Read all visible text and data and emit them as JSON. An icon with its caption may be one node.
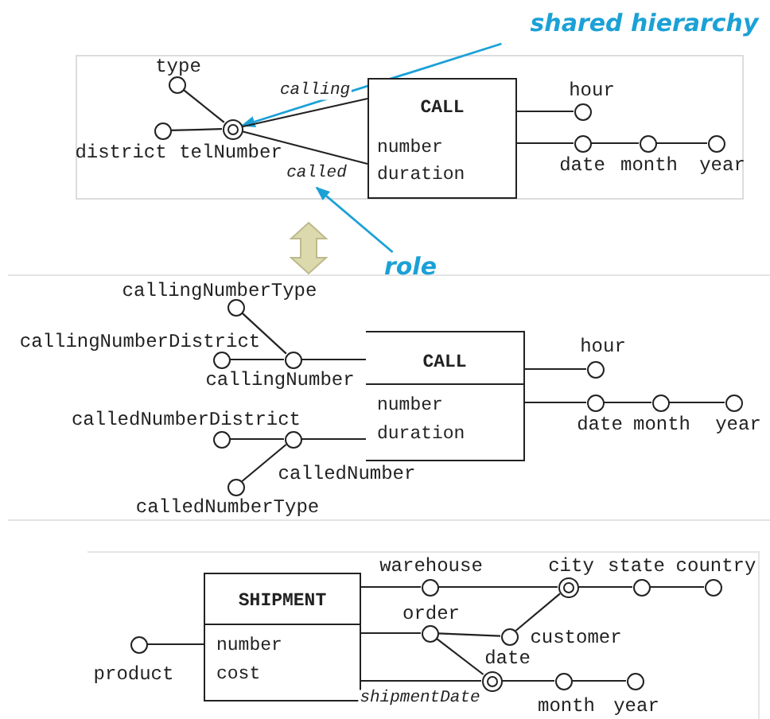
{
  "diagram": {
    "nodes": [
      {
        "text": [
          "shared hierarchy"
        ]
      },
      {
        "text": [
          "role"
        ]
      },
      {
        "text": [
          "CALL",
          "number",
          "duration"
        ]
      },
      {
        "text": [],
        "shape": "circle",
        "beside": [
          "type"
        ]
      },
      {
        "text": [],
        "shape": "circle",
        "beside": [
          "district"
        ]
      },
      {
        "text": [],
        "shape": "circle",
        "beside": [
          "telNumber"
        ]
      },
      {
        "text": [],
        "shape": "circle",
        "beside": [
          "hour"
        ]
      },
      {
        "text": [],
        "shape": "circle",
        "beside": [
          "date"
        ]
      },
      {
        "text": [],
        "shape": "circle",
        "beside": [
          "month"
        ]
      },
      {
        "text": [],
        "shape": "circle",
        "beside": [
          "year"
        ]
      },
      {
        "text": [
          "CALL",
          "number",
          "duration"
        ]
      },
      {
        "text": [],
        "shape": "circle",
        "beside": [
          "callingNumberType"
        ]
      },
      {
        "text": [],
        "shape": "circle",
        "beside": [
          "callingNumberDistrict"
        ]
      },
      {
        "text": [],
        "shape": "circle",
        "beside": [
          "callingNumber"
        ]
      },
      {
        "text": [],
        "shape": "circle",
        "beside": [
          "calledNumberDistrict"
        ]
      },
      {
        "text": [],
        "shape": "circle"
      },
      {
        "text": [],
        "shape": "circle",
        "beside": [
          "calledNumberType"
        ]
      },
      {
        "text": [],
        "shape": "circle",
        "beside": [
          "hour"
        ]
      },
      {
        "text": [],
        "shape": "circle",
        "beside": [
          "date"
        ]
      },
      {
        "text": [],
        "shape": "circle",
        "beside": [
          "month"
        ]
      },
      {
        "text": [],
        "shape": "circle",
        "beside": [
          "year"
        ]
      },
      {
        "text": [
          "SHIPMENT",
          "number",
          "cost"
        ]
      },
      {
        "text": [],
        "shape": "circle",
        "beside": [
          "product"
        ]
      },
      {
        "text": [],
        "shape": "circle",
        "beside": [
          "warehouse"
        ]
      },
      {
        "text": [],
        "shape": "circle",
        "beside": [
          "city"
        ]
      },
      {
        "text": [],
        "shape": "circle",
        "beside": [
          "state"
        ]
      },
      {
        "text": [],
        "shape": "circle",
        "beside": [
          "country"
        ]
      },
      {
        "text": [],
        "shape": "circle",
        "beside": [
          "order"
        ]
      },
      {
        "text": [],
        "shape": "circle",
        "beside": [
          "customer"
        ]
      },
      {
        "text": [],
        "shape": "circle",
        "beside": [
          "date"
        ]
      },
      {
        "text": [],
        "shape": "circle",
        "beside": [
          "month"
        ]
      },
      {
        "text": [],
        "shape": "circle",
        "beside": [
          "year"
        ]
      }
    ],
    "edges": [
      {
        "from": 0,
        "to": 5,
        "arrow": "to",
        "color": "#1ba1d6"
      },
      {
        "from": 1,
        "to": null,
        "arrow": "to",
        "color": "#1ba1d6"
      },
      {
        "from": 3,
        "to": 5,
        "arrow": "none"
      },
      {
        "from": 4,
        "to": 5,
        "arrow": "none"
      },
      {
        "from": 5,
        "to": 2,
        "arrow": "none",
        "label": "calling"
      },
      {
        "from": 5,
        "to": 2,
        "arrow": "none",
        "label": "called"
      },
      {
        "from": 2,
        "to": 6,
        "arrow": "none"
      },
      {
        "from": 2,
        "to": 7,
        "arrow": "none"
      },
      {
        "from": 7,
        "to": 8,
        "arrow": "none"
      },
      {
        "from": 8,
        "to": 9,
        "arrow": "none"
      },
      {
        "from": 11,
        "to": 13,
        "arrow": "none"
      },
      {
        "from": 12,
        "to": 13,
        "arrow": "none"
      },
      {
        "from": 13,
        "to": 10,
        "arrow": "none"
      },
      {
        "from": 14,
        "to": 15,
        "arrow": "none"
      },
      {
        "from": 16,
        "to": 15,
        "arrow": "none"
      },
      {
        "from": 15,
        "to": 10,
        "arrow": "none"
      },
      {
        "from": 10,
        "to": 17,
        "arrow": "none"
      },
      {
        "from": 10,
        "to": 18,
        "arrow": "none"
      },
      {
        "from": 18,
        "to": 19,
        "arrow": "none"
      },
      {
        "from": 19,
        "to": 20,
        "arrow": "none"
      },
      {
        "from": 22,
        "to": 21,
        "arrow": "none"
      },
      {
        "from": 21,
        "to": 23,
        "arrow": "none"
      },
      {
        "from": 23,
        "to": 24,
        "arrow": "none"
      },
      {
        "from": 24,
        "to": 25,
        "arrow": "none"
      },
      {
        "from": 25,
        "to": 26,
        "arrow": "none"
      },
      {
        "from": 21,
        "to": 27,
        "arrow": "none"
      },
      {
        "from": 27,
        "to": 28,
        "arrow": "none"
      },
      {
        "from": 28,
        "to": 24,
        "arrow": "none"
      },
      {
        "from": 27,
        "to": 29,
        "arrow": "none"
      },
      {
        "from": 21,
        "to": 29,
        "arrow": "none",
        "label": "shipmentDate"
      },
      {
        "from": 29,
        "to": 30,
        "arrow": "none"
      },
      {
        "from": 30,
        "to": 31,
        "arrow": "none"
      }
    ],
    "labels": [
      "calledNumber"
    ]
  }
}
